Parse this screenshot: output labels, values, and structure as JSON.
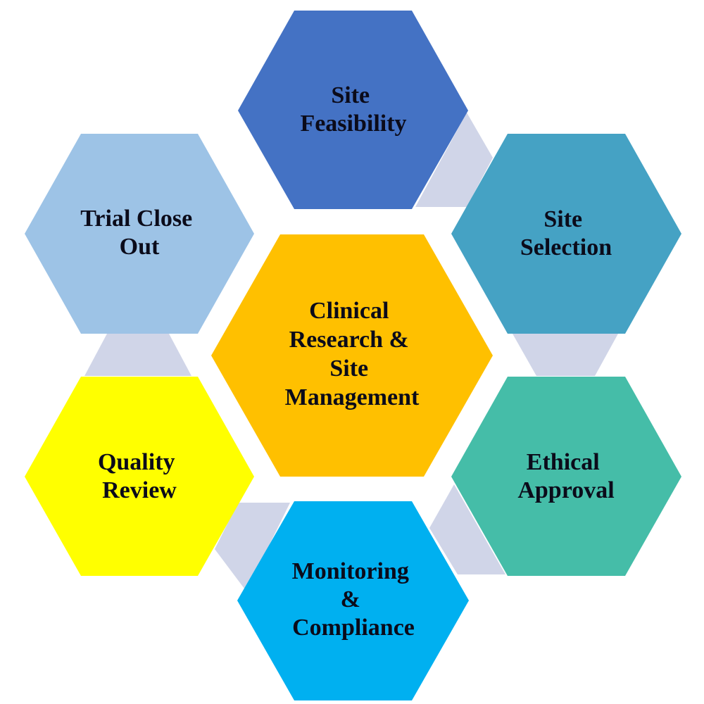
{
  "diagram": {
    "center": {
      "lines": [
        "Clinical",
        "Research &",
        "Site",
        "Management"
      ],
      "color": "#FFC000"
    },
    "steps": [
      {
        "id": "site-feasibility",
        "lines": [
          "Site",
          "Feasibility"
        ],
        "color": "#4472C4"
      },
      {
        "id": "site-selection",
        "lines": [
          "Site",
          "Selection"
        ],
        "color": "#45A2C4"
      },
      {
        "id": "ethical-approval",
        "lines": [
          "Ethical",
          "Approval"
        ],
        "color": "#45BDA8"
      },
      {
        "id": "monitoring-compliance",
        "lines": [
          "Monitoring",
          "&",
          "Compliance"
        ],
        "color": "#00B0F0"
      },
      {
        "id": "quality-review",
        "lines": [
          "Quality",
          "Review"
        ],
        "color": "#FFFF00"
      },
      {
        "id": "trial-close-out",
        "lines": [
          "Trial Close",
          "Out"
        ],
        "color": "#9DC3E6"
      }
    ],
    "connector_color": "#D0D5E8"
  }
}
